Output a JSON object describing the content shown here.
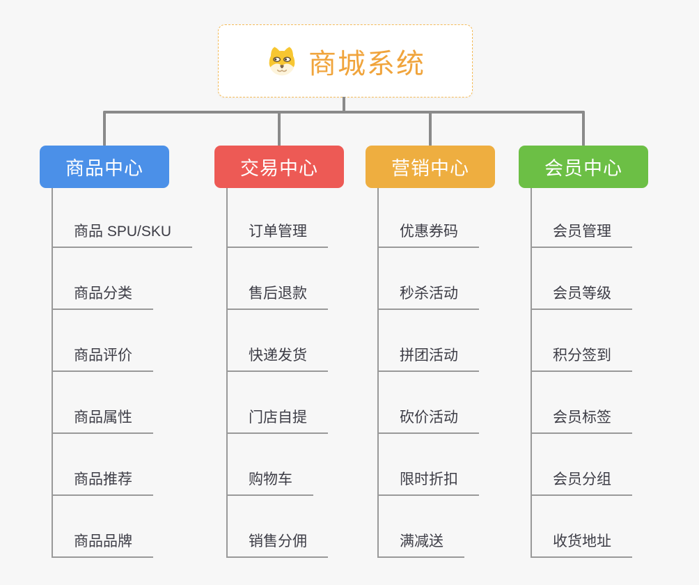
{
  "root": {
    "title": "商城系统",
    "icon": "shiba-dog-icon",
    "title_color": "#F0A43C",
    "border_color": "#F5BB57"
  },
  "connector_color": "#8A8A8A",
  "child_line_color": "#999999",
  "branches": [
    {
      "label": "商品中心",
      "color": "#4B90E8",
      "children": [
        "商品 SPU/SKU",
        "商品分类",
        "商品评价",
        "商品属性",
        "商品推荐",
        "商品品牌"
      ]
    },
    {
      "label": "交易中心",
      "color": "#ED5A55",
      "children": [
        "订单管理",
        "售后退款",
        "快递发货",
        "门店自提",
        "购物车",
        "销售分佣"
      ]
    },
    {
      "label": "营销中心",
      "color": "#EEAE40",
      "children": [
        "优惠券码",
        "秒杀活动",
        "拼团活动",
        "砍价活动",
        "限时折扣",
        "满减送"
      ]
    },
    {
      "label": "会员中心",
      "color": "#6CBF45",
      "children": [
        "会员管理",
        "会员等级",
        "积分签到",
        "会员标签",
        "会员分组",
        "收货地址"
      ]
    }
  ]
}
